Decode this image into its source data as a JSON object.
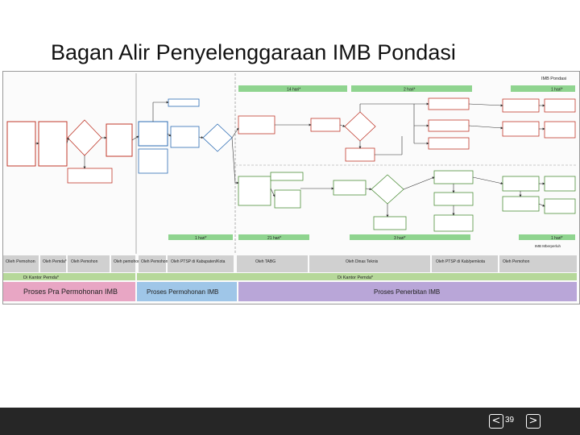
{
  "slide": {
    "title": "Bagan Alir Penyelenggaraan IMB Pondasi",
    "page_number": "39"
  },
  "nav": {
    "prev_label": "<",
    "next_label": ">"
  },
  "diagram": {
    "header_label": "IMB Pondasi",
    "footer_note": "IMB Mberperluh",
    "time_bars_top": [
      "14 hari*",
      "2 hari*",
      "1 hari*"
    ],
    "time_bars_bottom": [
      "1 hari*",
      "21 hari*",
      "3 hari*",
      "1 hari*"
    ],
    "actor_row": [
      "Oleh Pemohon",
      "Oleh Pemda*",
      "Oleh Pemohon",
      "Oleh pemohon",
      "Oleh Pemohon",
      "Oleh PTSP di Kabupaten/Kota",
      "Oleh TABG",
      "Oleh Dinas Teknis",
      "Oleh PTSP di Kab/pemkota",
      "Oleh Pemohon"
    ],
    "office_row": [
      "Di Kantor Pemda*",
      "Di Kantor Pemda*"
    ],
    "process_row": [
      "Proses Pra Permohonan IMB",
      "Proses Permohonan IMB",
      "Proses Penerbitan IMB"
    ],
    "colors": {
      "time_bar": "#8fd48f",
      "actor_row": "#d0d0d0",
      "office_row": "#b6d89a",
      "process_pra": "#e8a6c4",
      "process_permohonan": "#9fc6e8",
      "process_penerbitan": "#b9a6d8",
      "box_red": "#c0392b",
      "box_blue": "#2e6db4",
      "box_green": "#4f8f3a"
    }
  }
}
